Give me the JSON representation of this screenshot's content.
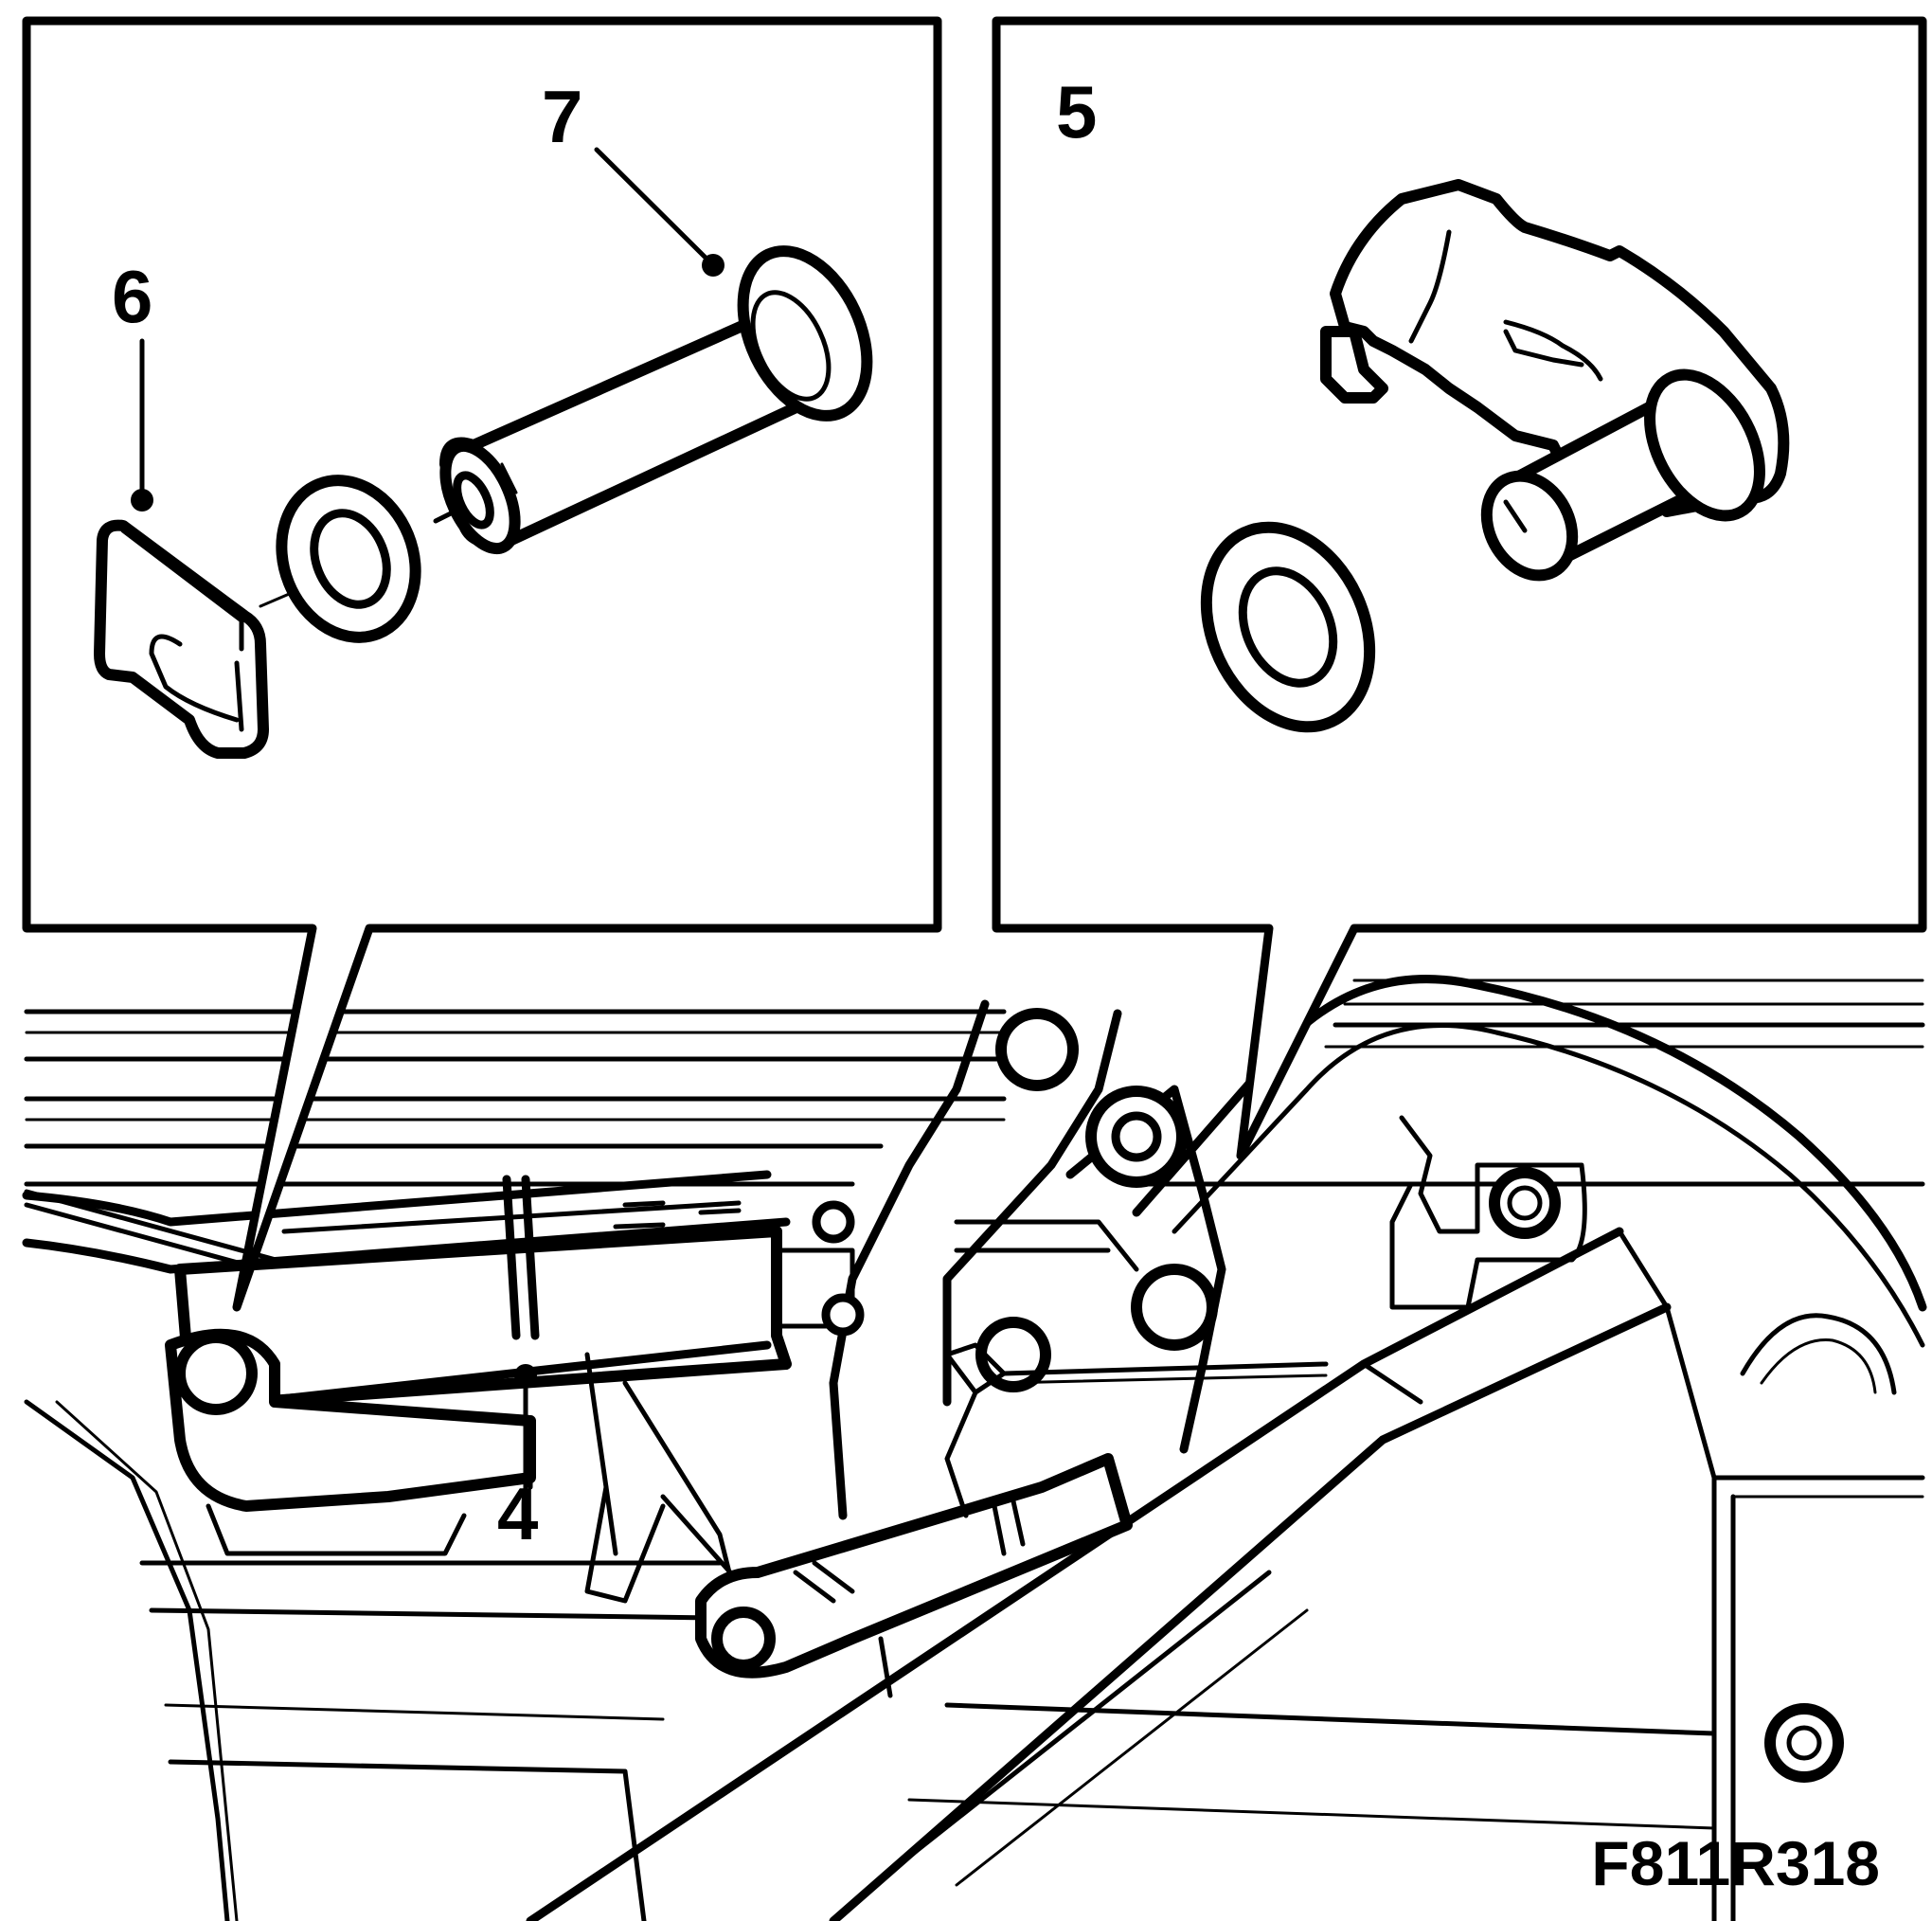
{
  "callouts": {
    "c4": "4",
    "c5": "5",
    "c6": "6",
    "c7": "7"
  },
  "figure_code": "F811R318"
}
